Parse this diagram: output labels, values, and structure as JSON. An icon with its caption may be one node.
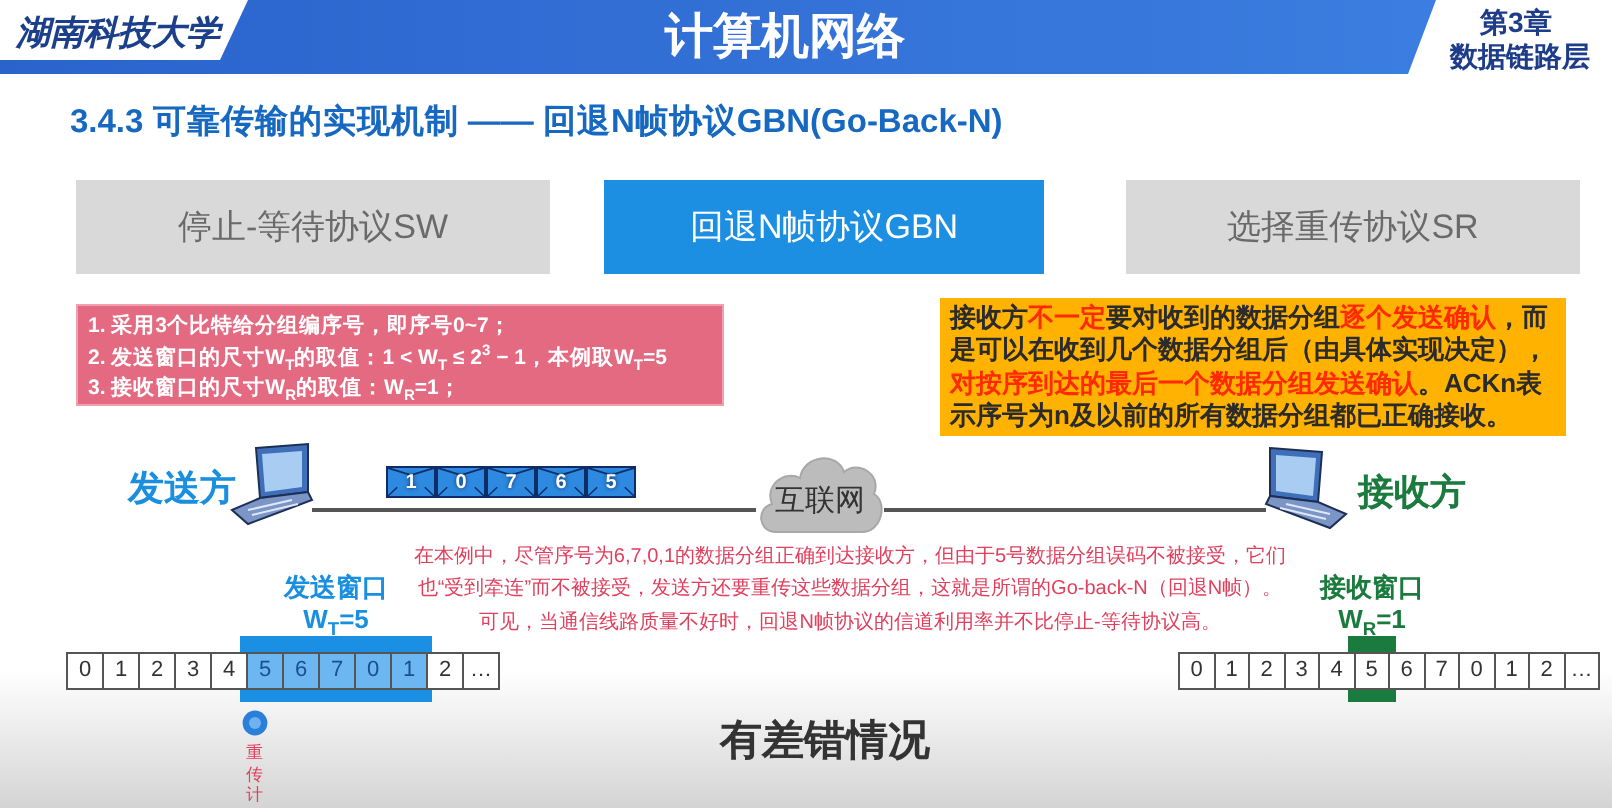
{
  "diagram": {
    "title": "3.4.3 可靠传输的实现机制 —— 回退N帧协议GBN(Go-Back-N)",
    "nodes": [
      {
        "text": [
          "停止-等待协议SW"
        ]
      },
      {
        "text": [
          "回退N帧协议GBN"
        ]
      },
      {
        "text": [
          "选择重传协议SR"
        ]
      },
      {
        "text": [
          "1. 采用3个比特给分组编序号，即序号0~7；",
          "2. 发送窗口的尺寸W$_{T}$的取值：1 < W$_{T}$ ≤ 2$^{3}$ − 1，本例取W$_{T}$=5",
          "3. 接收窗口的尺寸W$_{R}$的取值：W$_{R}$=1；"
        ]
      },
      {
        "text": [
          "接收方**不一定**要对收到的数据分组**逐个发送确认**，而是可以在收到几个数据分组后（由具体实现决定），**对按序到达的最后一个数据分组发送确认**。ACKn表示序号为n及以前的所有数据分组都已正确接收。"
        ]
      },
      {
        "text": [],
        "shape": "picture",
        "beside": [
          "发送方"
        ]
      },
      {
        "text": [
          "1"
        ]
      },
      {
        "text": [
          "0"
        ]
      },
      {
        "text": [
          "7"
        ]
      },
      {
        "text": [
          "6"
        ]
      },
      {
        "text": [
          "5"
        ]
      },
      {
        "text": [
          "互联网"
        ]
      },
      {
        "text": [],
        "shape": "picture",
        "beside": [
          "接收方"
        ]
      }
    ],
    "edges": [
      {
        "from": 5,
        "to": 11,
        "arrow": "none"
      },
      {
        "from": 11,
        "to": 12,
        "arrow": "none"
      }
    ],
    "labels": [
      "湖南科技大学",
      "计算机网络",
      "第3章",
      "数据链路层",
      "在本例中，尽管序号为6,7,0,1的数据分组正确到达接收方，但由于5号数据分组误码不被接受，它们也“受到牵连”而不被接受，发送方还要重传这些数据分组，这就是所谓的Go-back-N（回退N帧）。",
      "可见，当通信线路质量不好时，回退N帧协议的信道利用率并不比停止-等待协议高。",
      "发送窗口",
      "W$_{T}$=5",
      "接收窗口",
      "W$_{R}$=1",
      "0",
      "1",
      "2",
      "3",
      "4",
      "5",
      "6",
      "7",
      "0",
      "1",
      "2",
      "…",
      "0",
      "1",
      "2",
      "3",
      "4",
      "5",
      "6",
      "7",
      "0",
      "1",
      "2",
      "…",
      "重传计",
      "有差错情况"
    ]
  }
}
